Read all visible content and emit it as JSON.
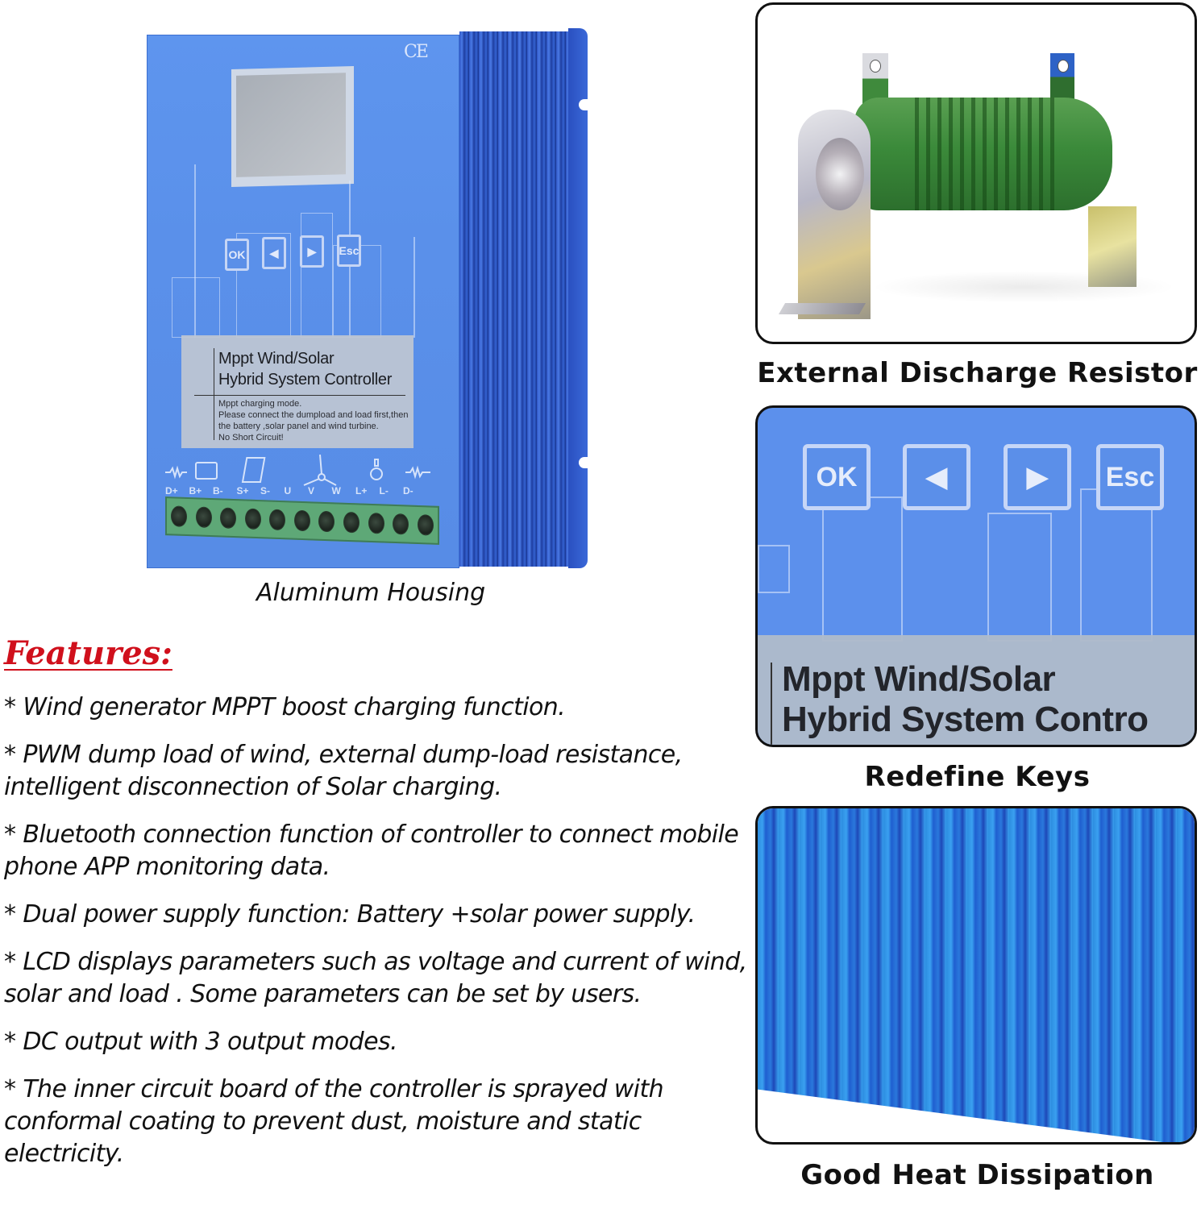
{
  "device": {
    "ce_mark": "CE",
    "keys": [
      {
        "id": "ok",
        "label": "OK"
      },
      {
        "id": "left",
        "label": "◀"
      },
      {
        "id": "right",
        "label": "▶"
      },
      {
        "id": "esc",
        "label": "Esc"
      }
    ],
    "label_plate": {
      "title": "Mppt Wind/Solar\nHybrid System Controller",
      "body": "Mppt charging mode.\nPlease connect the dumpload and load first,then\nthe battery ,solar panel and wind turbine.\nNo Short Circuit!"
    },
    "terminals": [
      "D+",
      "B+",
      "B-",
      "S+",
      "S-",
      "U",
      "V",
      "W",
      "L+",
      "L-",
      "D-"
    ],
    "terminal_icons": [
      "resistor-icon",
      "battery-icon",
      "solar-panel-icon",
      "wind-turbine-icon",
      "light-bulb-icon",
      "resistor-icon"
    ],
    "colors": {
      "housing": "#5a90ea",
      "fins": "#2f55c4",
      "terminal_block": "#5ea877"
    }
  },
  "captions": {
    "housing": "Aluminum Housing",
    "resistor": "External Discharge Resistor",
    "keys": "Redefine Keys",
    "heat": "Good Heat Dissipation"
  },
  "features": {
    "title": "Features:",
    "title_color": "#d0101c",
    "items": [
      "* Wind generator MPPT boost charging function.",
      "* PWM dump load of wind, external dump-load resistance, intelligent disconnection of Solar charging.",
      "* Bluetooth connection function of controller to connect mobile phone APP monitoring data.",
      "* Dual power supply function: Battery +solar power supply.",
      "* LCD displays parameters such as voltage and current of wind, solar and load . Some parameters can be set by users.",
      "* DC output with 3 output modes.",
      "* The inner circuit board of the controller is sprayed with conformal coating to prevent dust, moisture and static electricity."
    ]
  },
  "keys_panel": {
    "keys": [
      {
        "id": "ok",
        "label": "OK"
      },
      {
        "id": "left",
        "label": "◀"
      },
      {
        "id": "right",
        "label": "▶"
      },
      {
        "id": "esc",
        "label": "Esc"
      }
    ],
    "plate_text": "Mppt Wind/Solar\nHybrid System Contro"
  }
}
